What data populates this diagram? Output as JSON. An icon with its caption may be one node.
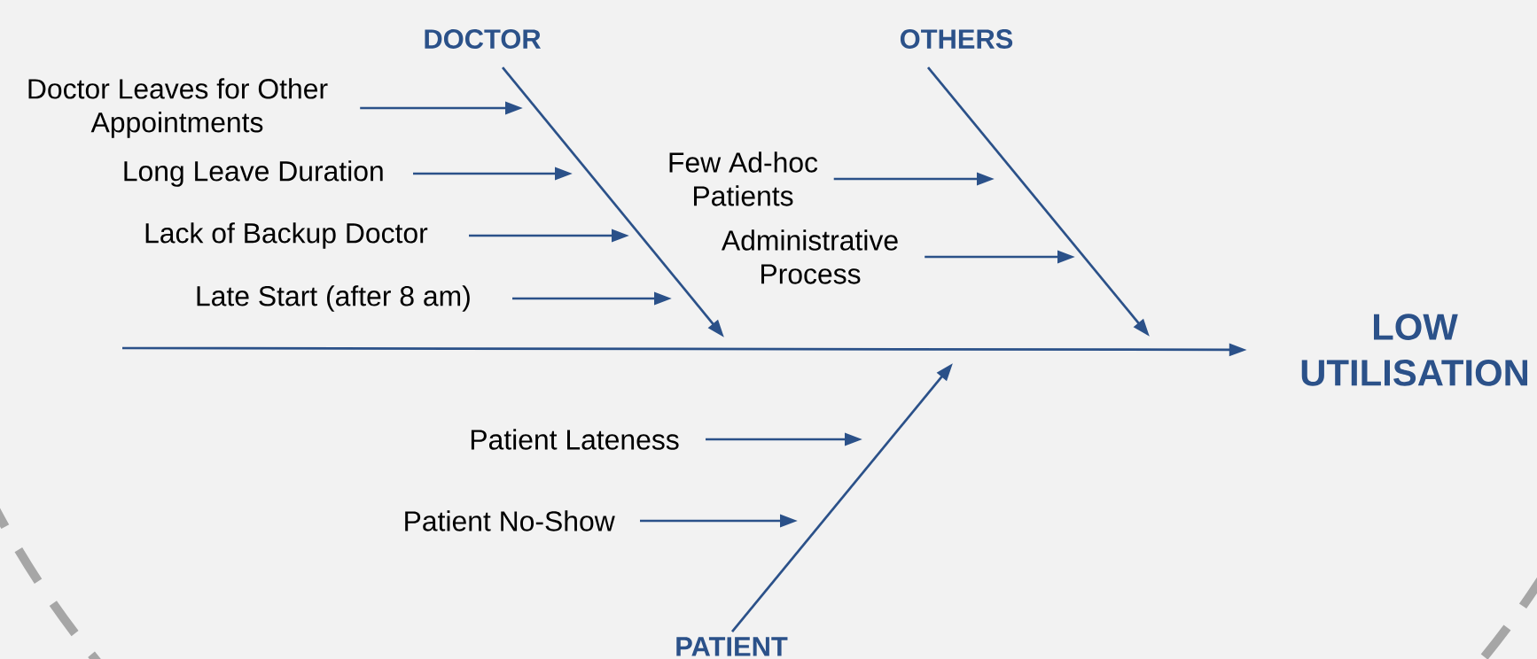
{
  "diagram": {
    "nodes": [
      {
        "text": [
          "DOCTOR"
        ]
      },
      {
        "text": [
          "OTHERS"
        ]
      },
      {
        "text": [
          "Doctor Leaves for Other Appointments"
        ]
      },
      {
        "text": [
          "Long Leave Duration"
        ]
      },
      {
        "text": [
          "Few Ad-hoc Patients"
        ]
      },
      {
        "text": [
          "Lack of Backup Doctor"
        ]
      },
      {
        "text": [
          "Administrative Process"
        ]
      },
      {
        "text": [
          "Late Start (after 8 am)"
        ]
      },
      {
        "text": [
          "LOW UTILISATION"
        ]
      },
      {
        "text": [
          "Patient Lateness"
        ]
      },
      {
        "text": [
          "Patient No-Show"
        ]
      },
      {
        "text": [
          "PATIENT"
        ]
      }
    ],
    "edges": [
      {
        "from": 2,
        "to": null,
        "arrow": "to"
      },
      {
        "from": 3,
        "to": null,
        "arrow": "to"
      },
      {
        "from": 5,
        "to": null,
        "arrow": "to"
      },
      {
        "from": 7,
        "to": null,
        "arrow": "to"
      },
      {
        "from": 4,
        "to": null,
        "arrow": "to"
      },
      {
        "from": 6,
        "to": null,
        "arrow": "to"
      },
      {
        "from": 9,
        "to": null,
        "arrow": "to"
      },
      {
        "from": 10,
        "to": null,
        "arrow": "to"
      },
      {
        "from": 0,
        "to": null,
        "arrow": "to"
      },
      {
        "from": 1,
        "to": null,
        "arrow": "to"
      },
      {
        "from": 11,
        "to": null,
        "arrow": "to"
      },
      {
        "from": null,
        "to": 8,
        "arrow": "to"
      }
    ]
  }
}
